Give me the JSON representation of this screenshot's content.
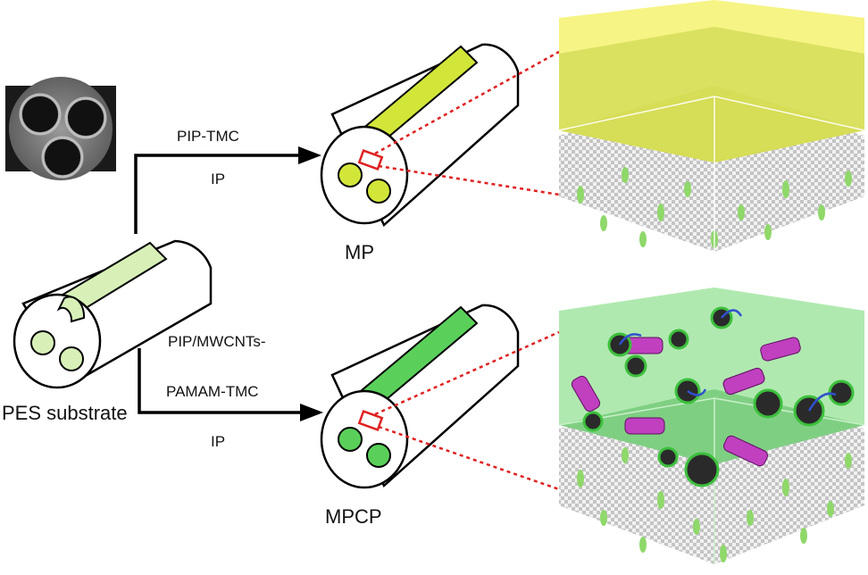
{
  "labels": {
    "substrate": "PES substrate",
    "upper_reagent": "PIP-TMC",
    "upper_process": "IP",
    "upper_product": "MP",
    "lower_reagent_line1": "PIP/MWCNTs-",
    "lower_reagent_line2": "PAMAM-TMC",
    "lower_process": "IP",
    "lower_product": "MPCP"
  },
  "colors": {
    "substrate_fill": "#d8f0b8",
    "mp_fill": "#d2e63a",
    "mpcp_fill": "#5ad05a",
    "arrow": "#000000",
    "zoom_box": "#e02020",
    "zoom_lines": "#e02020",
    "top_layer_yellow": "#f4f26e",
    "top_layer_green": "#8fe08f",
    "film_yellow": "#b8c84a",
    "film_green": "#5ca86a",
    "pes_blobs": "#8fd86a",
    "cnt_tube": "#c040c0",
    "pamam_ring": "#3cc03c",
    "tether": "#3050d0"
  },
  "icons": {
    "sem_image": "sem-cross-section-photo",
    "upper_arrow": "arrow-right-icon",
    "lower_arrow": "arrow-right-icon"
  }
}
